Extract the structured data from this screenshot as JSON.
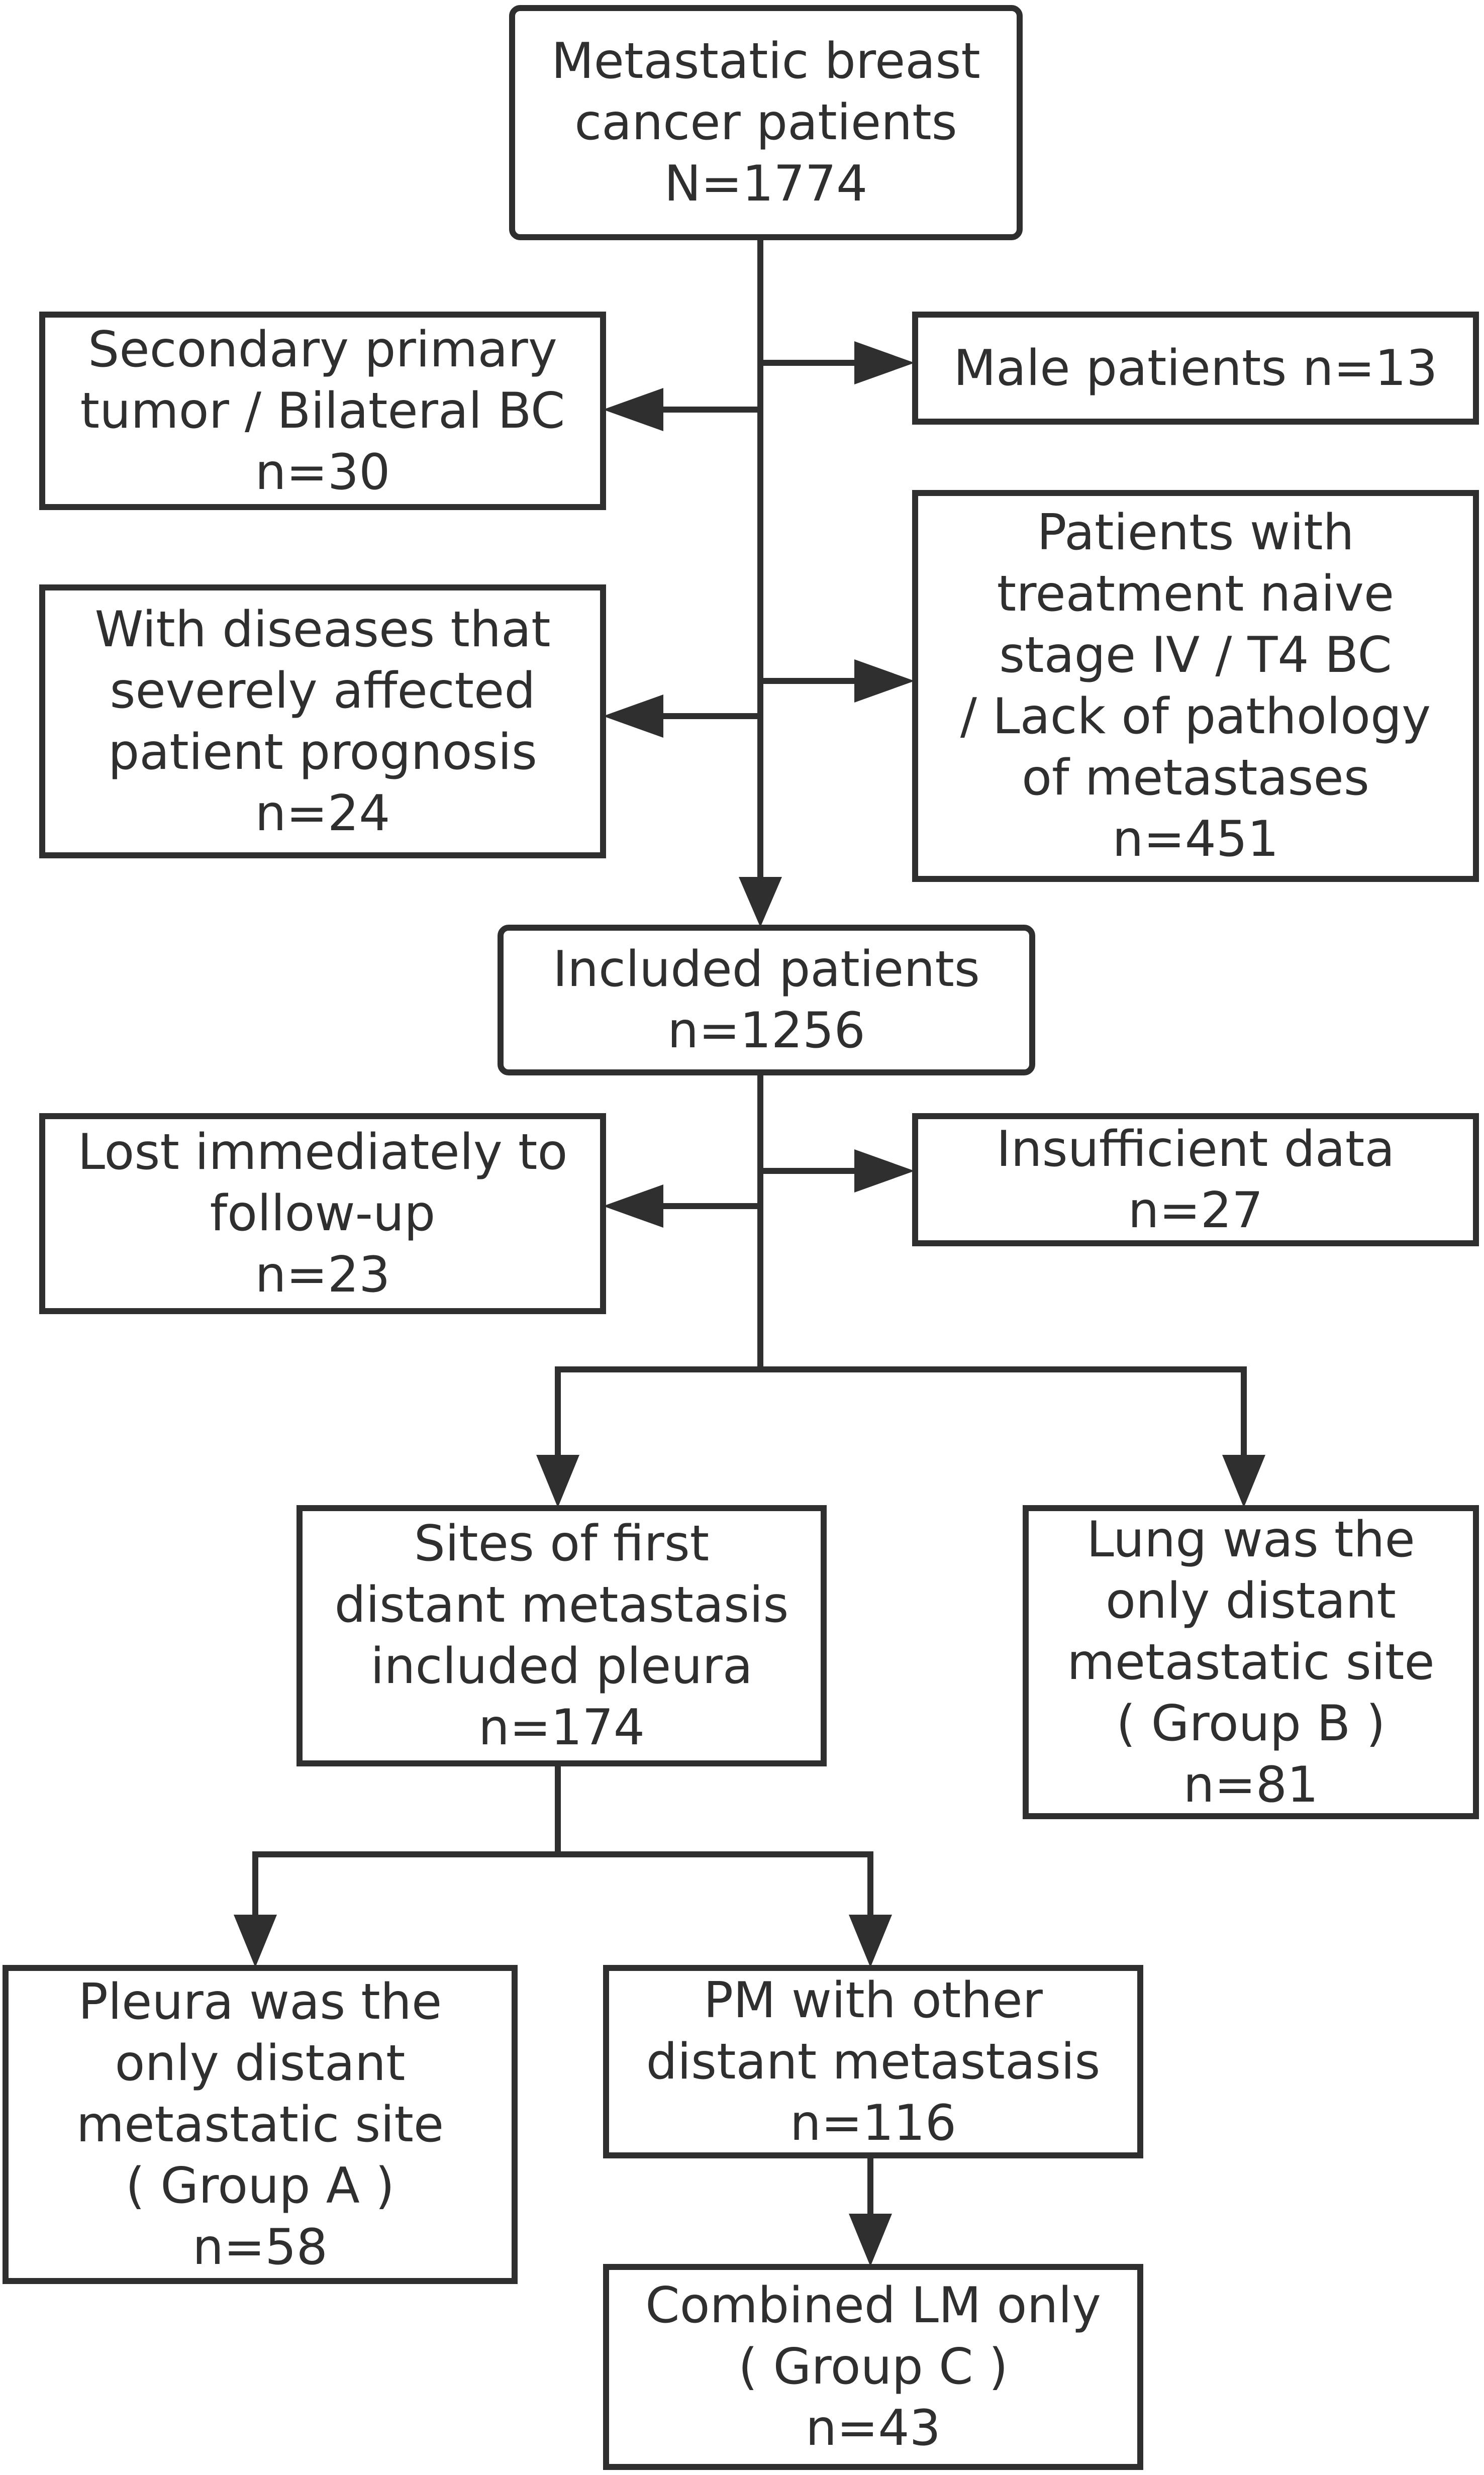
{
  "colors": {
    "stroke": "#2f2f2f",
    "background": "#ffffff"
  },
  "boxes": {
    "start": {
      "line1": "Metastatic breast",
      "line2": "cancer patients",
      "line3": "N=1774"
    },
    "male": {
      "line1": "Male patients n=13"
    },
    "secondary": {
      "line1": "Secondary primary",
      "line2": "tumor / Bilateral BC",
      "line3": "n=30"
    },
    "treatment": {
      "line1": "Patients with",
      "line2": "treatment naive",
      "line3": "stage IV / T4 BC",
      "line4": "/ Lack of pathology",
      "line5": "of metastases",
      "line6": "n=451"
    },
    "diseases": {
      "line1": "With diseases that",
      "line2": "severely affected",
      "line3": "patient prognosis",
      "line4": "n=24"
    },
    "included": {
      "line1": "Included patients",
      "line2": "n=1256"
    },
    "lost": {
      "line1": "Lost immediately to",
      "line2": "follow-up",
      "line3": "n=23"
    },
    "insufficient": {
      "line1": "Insufficient data",
      "line2": "n=27"
    },
    "pleura_sites": {
      "line1": "Sites of first",
      "line2": "distant metastasis",
      "line3": "included pleura",
      "line4": "n=174"
    },
    "lung_only": {
      "line1": "Lung was the",
      "line2": "only distant",
      "line3": "metastatic site",
      "line4": "( Group B )",
      "line5": "n=81"
    },
    "pleura_only": {
      "line1": "Pleura was the",
      "line2": "only distant",
      "line3": "metastatic site",
      "line4": "( Group A )",
      "line5": "n=58"
    },
    "pm_other": {
      "line1": "PM with other",
      "line2": "distant metastasis",
      "line3": "n=116"
    },
    "combined_lm": {
      "line1": "Combined LM only",
      "line2": "( Group C )",
      "line3": "n=43"
    }
  }
}
